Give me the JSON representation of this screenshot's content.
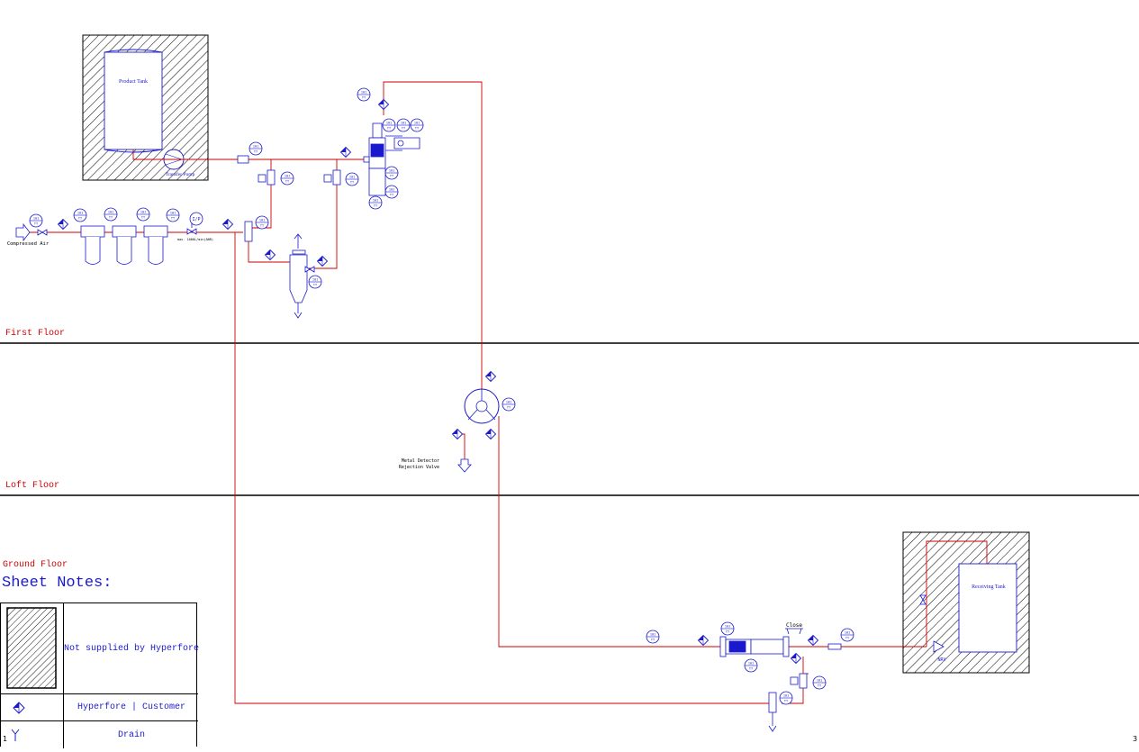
{
  "floors": {
    "first": "First Floor",
    "loft": "Loft Floor",
    "ground": "Ground Floor"
  },
  "equipment": {
    "product_tank": "Product Tank",
    "transfer_pump": "Transfer Pump",
    "receiving_tank": "Receiving Tank",
    "compressed_air": "Compressed Air",
    "rejection_valve_line1": "Metal Detector",
    "rejection_valve_line2": "Rejection Valve",
    "close_tag": "Close",
    "ip_converter": "I/P",
    "nrv": "NRV",
    "air_note": "max. 1000L/min(ANR)"
  },
  "notes": {
    "title": "Sheet Notes:",
    "not_supplied": "Not supplied by Hyperfore",
    "interface": "Hyperfore | Customer",
    "drain": "Drain"
  },
  "sheet": {
    "left_index": "1",
    "right_index": "3"
  },
  "colors": {
    "pipe": "#cc0000",
    "instrument": "#1a1acc",
    "floor_line": "#000000"
  }
}
